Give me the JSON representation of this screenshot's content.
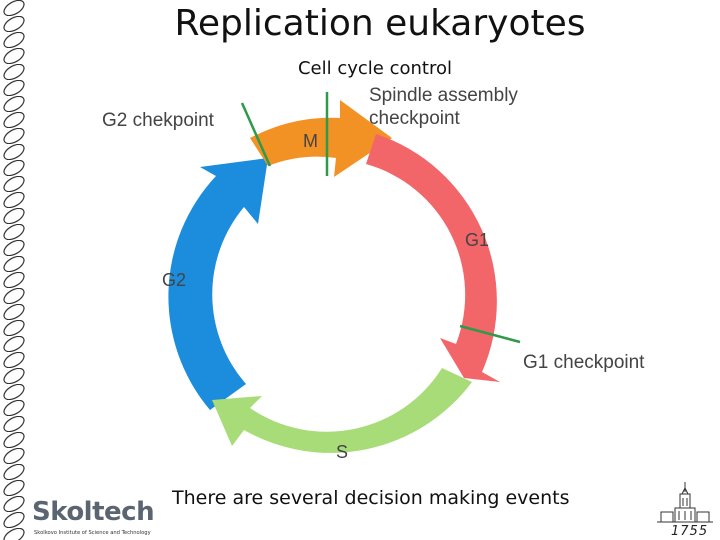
{
  "title": "Replication eukaryotes",
  "subtitle": "Cell cycle control",
  "footer": "There are several decision making events",
  "phases": [
    {
      "name": "M",
      "color": "#f39224"
    },
    {
      "name": "G1",
      "color": "#f2666a"
    },
    {
      "name": "S",
      "color": "#a8dc78"
    },
    {
      "name": "G2",
      "color": "#1c8cdc"
    }
  ],
  "checkpoints": {
    "g2": "G2 chekpoint",
    "spindle_line1": "Spindle assembly",
    "spindle_line2": "checkpoint",
    "g1": "G1 checkpoint",
    "color": "#2e9a4a"
  },
  "logo": {
    "name": "Skoltech",
    "tagline": "Skolkovo Institute of Science and Technology"
  },
  "emblem_year": "1755"
}
